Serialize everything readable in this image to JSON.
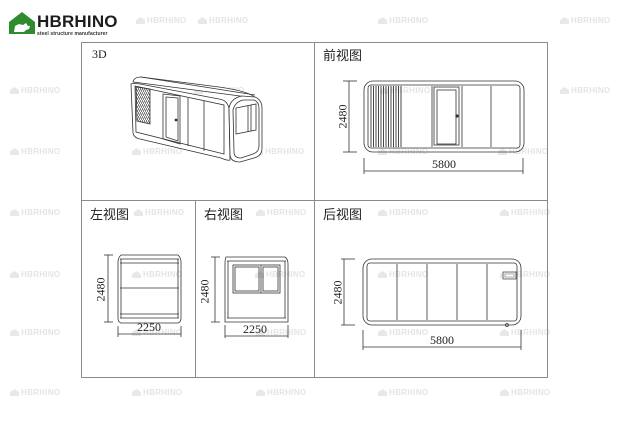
{
  "logo": {
    "brand": "HBRHINO",
    "tagline": "steel structure manufacturer",
    "brand_color": "#2e8b2e"
  },
  "watermark": {
    "text": "HBRHINO"
  },
  "panels": {
    "view_3d": {
      "title": "3D"
    },
    "front_view": {
      "title": "前视图",
      "height_dim": "2480",
      "width_dim": "5800"
    },
    "left_view": {
      "title": "左视图",
      "height_dim": "2480",
      "width_dim": "2250"
    },
    "right_view": {
      "title": "右视图",
      "height_dim": "2480",
      "width_dim": "2250"
    },
    "back_view": {
      "title": "后视图",
      "height_dim": "2480",
      "width_dim": "5800"
    }
  }
}
